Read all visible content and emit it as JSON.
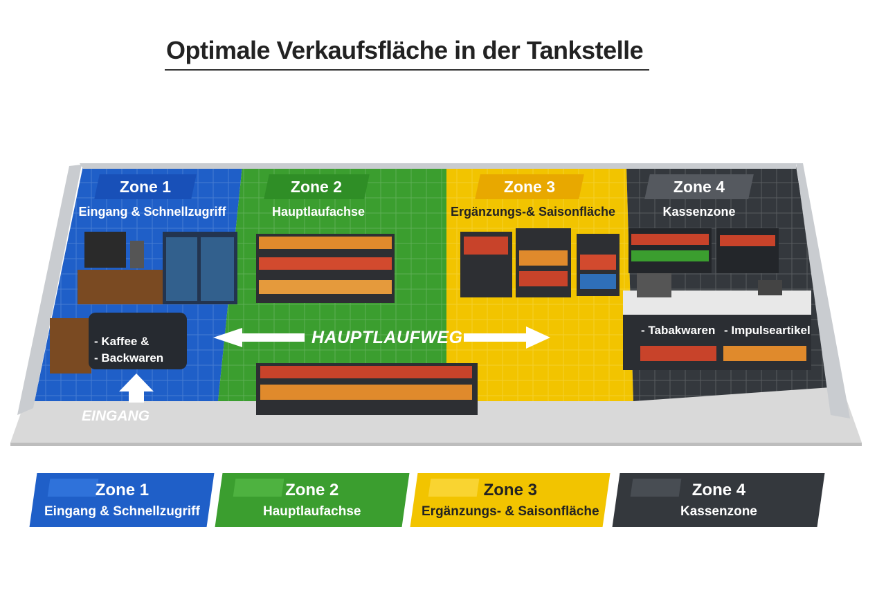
{
  "title": "Optimale Verkaufsfläche in der Tankstelle",
  "zones": [
    {
      "label": "Zone 1",
      "subtitle": "Eingang & Schnellzugriff",
      "color": "#1f5fc8"
    },
    {
      "label": "Zone 2",
      "subtitle": "Hauptlaufachse",
      "color": "#3b9e2f"
    },
    {
      "label": "Zone 3",
      "subtitle": "Ergänzungs-& Saisonfläche",
      "color": "#f2c400"
    },
    {
      "label": "Zone 4",
      "subtitle": "Kassenzone",
      "color": "#34383d"
    }
  ],
  "legend": [
    {
      "label": "Zone 1",
      "subtitle": "Eingang & Schnellzugriff"
    },
    {
      "label": "Zone 2",
      "subtitle": "Hauptlaufachse"
    },
    {
      "label": "Zone 3",
      "subtitle": "Ergänzungs- & Saisonfläche"
    },
    {
      "label": "Zone 4",
      "subtitle": "Kassenzone"
    }
  ],
  "main_walkway": "HAUPTLAUFWEG",
  "entrance": "EINGANG",
  "zone1_counter": [
    "- Kaffee &",
    "- Backwaren"
  ],
  "zone4_labels": [
    "- Tabakwaren",
    "- Impulseartikel"
  ]
}
